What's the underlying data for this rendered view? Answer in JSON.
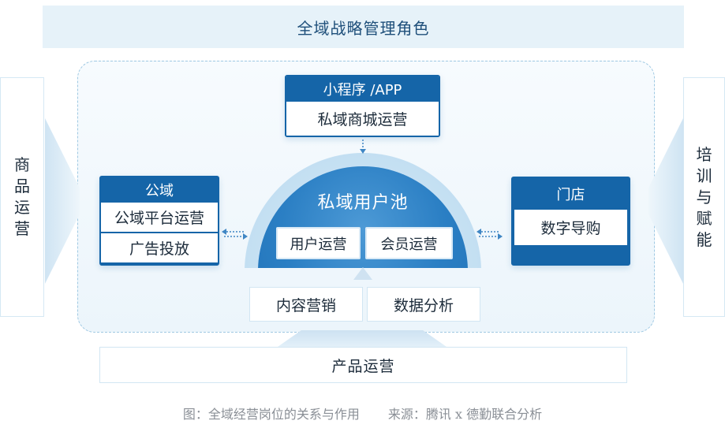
{
  "title": "全域战略管理角色",
  "left_side": [
    "商",
    "品",
    "运",
    "营"
  ],
  "right_side": [
    "培",
    "训",
    "与",
    "赋",
    "能"
  ],
  "top_card": {
    "header": "小程序 /APP",
    "item": "私域商城运营"
  },
  "left_card": {
    "header": "公域",
    "items": [
      "公域平台运营",
      "广告投放"
    ]
  },
  "right_card": {
    "header": "门店",
    "item": "数字导购"
  },
  "center": {
    "title": "私域用户池",
    "pills": [
      "用户运营",
      "会员运营"
    ]
  },
  "lower_boxes": [
    "内容营销",
    "数据分析"
  ],
  "bottom_bar": "产品运营",
  "caption": {
    "figure": "图：全域经营岗位的关系与作用",
    "source": "来源：腾讯 x 德勤联合分析"
  },
  "colors": {
    "primary": "#1565a8",
    "dome": "#2b7fc4",
    "banner_bg": "#e6f2f9",
    "dashed": "#9fc9e3"
  }
}
